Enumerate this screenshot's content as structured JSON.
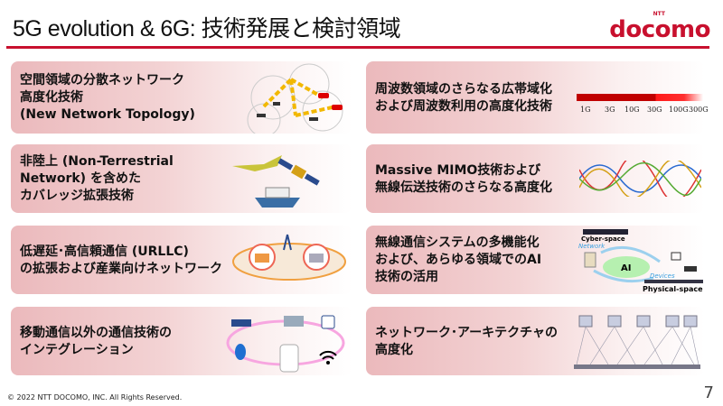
{
  "header": {
    "title": "5G evolution & 6G: 技術発展と検討領域",
    "logo": "docomo",
    "logo_sub": "NTT"
  },
  "cards": [
    {
      "lines": [
        "空間領域の分散ネットワーク",
        "高度化技術",
        "(New Network Topology)"
      ],
      "icon": "distributed-network-icon"
    },
    {
      "lines": [
        "周波数領域のさらなる広帯域化",
        "および周波数利用の高度化技術"
      ],
      "icon": "frequency-bar"
    },
    {
      "lines": [
        "非陸上 (Non-Terrestrial",
        "Network) を含めた",
        "カバレッジ拡張技術"
      ],
      "icon": "satellite-plane-ship-icon"
    },
    {
      "lines": [
        "Massive MIMO技術および",
        "無線伝送技術のさらなる高度化"
      ],
      "icon": "waveform-icon"
    },
    {
      "lines": [
        "低遅延･高信頼通信 (URLLC)",
        "の拡張および産業向けネットワーク"
      ],
      "icon": "factory-network-icon"
    },
    {
      "lines": [
        "無線通信システムの多機能化",
        "および、あらゆる領域でのAI",
        "技術の活用"
      ],
      "icon": "cyber-physical-ai-icon"
    },
    {
      "lines": [
        "移動通信以外の通信技術の",
        "インテグレーション"
      ],
      "icon": "wireless-tech-icon"
    },
    {
      "lines": [
        "ネットワーク･アーキテクチャの",
        "高度化"
      ],
      "icon": "network-architecture-icon"
    }
  ],
  "frequency": {
    "ticks": [
      "1G",
      "3G",
      "10G",
      "30G",
      "100G",
      "300G"
    ]
  },
  "ai_diagram": {
    "cyber": "Cyber-space",
    "network": "Network",
    "ai": "AI",
    "devices": "Devices",
    "physical": "Physical-space"
  },
  "footer": {
    "copyright": "© 2022 NTT DOCOMO, INC. All Rights Reserved.",
    "page": "7"
  },
  "colors": {
    "accent": "#c8102e"
  }
}
